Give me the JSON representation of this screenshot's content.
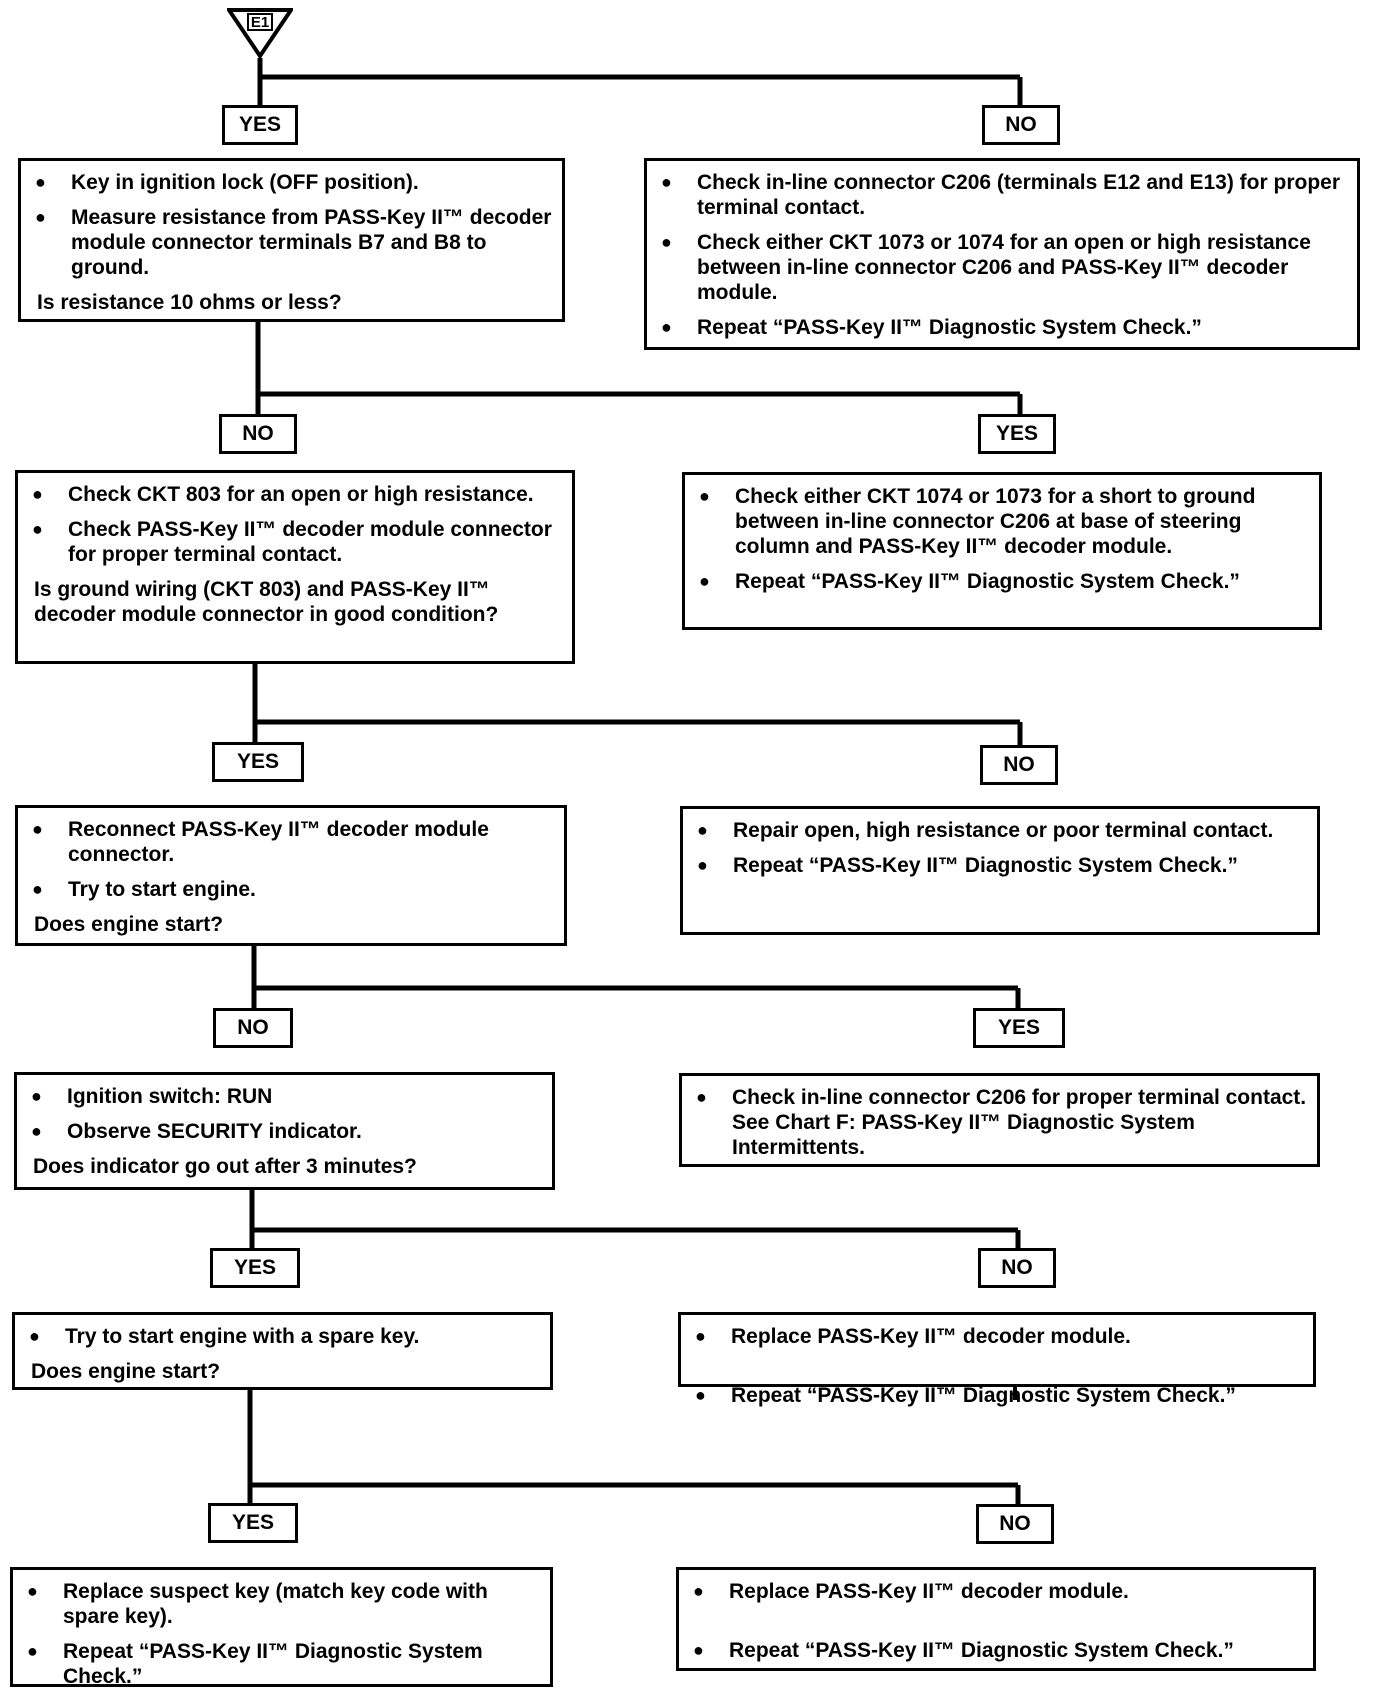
{
  "entry": "E1",
  "labels": {
    "yes": "YES",
    "no": "NO"
  },
  "nodes": [
    {
      "bullets": [
        "Key in ignition lock (OFF position).",
        "Measure resistance from PASS-Key II™ decoder module connector terminals B7 and B8 to ground."
      ],
      "question": "Is resistance 10 ohms or less?"
    },
    {
      "bullets": [
        "Check in-line connector C206 (terminals E12 and E13) for proper terminal contact.",
        "Check either CKT 1073 or 1074 for an open or high resistance between in-line connector C206 and PASS-Key II™ decoder module.",
        "Repeat “PASS-Key II™ Diagnostic System Check.”"
      ]
    },
    {
      "bullets": [
        "Check CKT 803 for an open or high resistance.",
        "Check PASS-Key II™ decoder module connector for proper terminal contact."
      ],
      "question": "Is ground wiring (CKT 803) and PASS-Key II™ decoder module connector in good condition?"
    },
    {
      "bullets": [
        "Check either CKT 1074 or 1073 for a short to ground between in-line connector C206 at base of steering column and PASS-Key II™ decoder module.",
        "Repeat “PASS-Key II™ Diagnostic System Check.”"
      ]
    },
    {
      "bullets": [
        "Reconnect PASS-Key II™ decoder module connector.",
        "Try to start engine."
      ],
      "question": "Does engine start?"
    },
    {
      "bullets": [
        "Repair open, high resistance or poor terminal contact.",
        "Repeat “PASS-Key II™ Diagnostic System Check.”"
      ]
    },
    {
      "bullets": [
        "Ignition switch: RUN",
        "Observe SECURITY indicator."
      ],
      "question": "Does indicator go out after 3 minutes?"
    },
    {
      "bullets": [
        "Check in-line connector C206 for proper terminal contact. See Chart F: PASS-Key II™ Diagnostic System Intermittents."
      ]
    },
    {
      "bullets": [
        "Try to start engine with a spare key."
      ],
      "question": "Does engine start?"
    },
    {
      "bullets": [
        "Replace PASS-Key II™ decoder module.",
        "Repeat “PASS-Key II™ Diagnostic System Check.”"
      ]
    },
    {
      "bullets": [
        "Replace suspect key (match key code with spare key).",
        "Repeat “PASS-Key II™ Diagnostic System Check.”"
      ]
    },
    {
      "bullets": [
        "Replace PASS-Key II™ decoder module.",
        "Repeat “PASS-Key II™ Diagnostic System Check.”"
      ]
    }
  ]
}
